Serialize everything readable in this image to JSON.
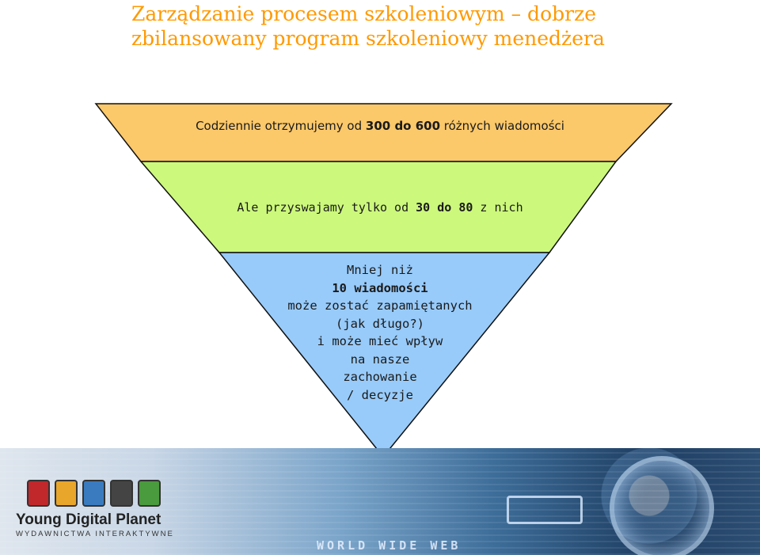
{
  "title": {
    "line1": "Zarządzanie procesem szkoleniowym – dobrze",
    "line2": "zbilansowany program szkoleniowy menedżera"
  },
  "pyramid": {
    "tier1": {
      "pre": "Codziennie otrzymujemy od ",
      "bold": "300 do 600",
      "post": " różnych wiadomości",
      "color": "#fbc86a"
    },
    "tier2": {
      "pre": "Ale przyswajamy tylko od ",
      "bold": "30 do 80",
      "post": "  z nich",
      "color": "#ccf87c"
    },
    "tier3": {
      "line1_pre": "Mniej niż ",
      "line1_bold": "10 wiadomości",
      "lines": [
        "może zostać zapamiętanych",
        "(jak długo?)",
        "i może mieć wpływ",
        "na nasze",
        "zachowanie",
        "/ decyzje"
      ],
      "color": "#98cbfa"
    }
  },
  "footer": {
    "logo_name": "Young Digital Planet",
    "logo_subtitle": "WYDAWNICTWA INTERAKTYWNE",
    "banner_text": "WORLD WIDE WEB"
  }
}
